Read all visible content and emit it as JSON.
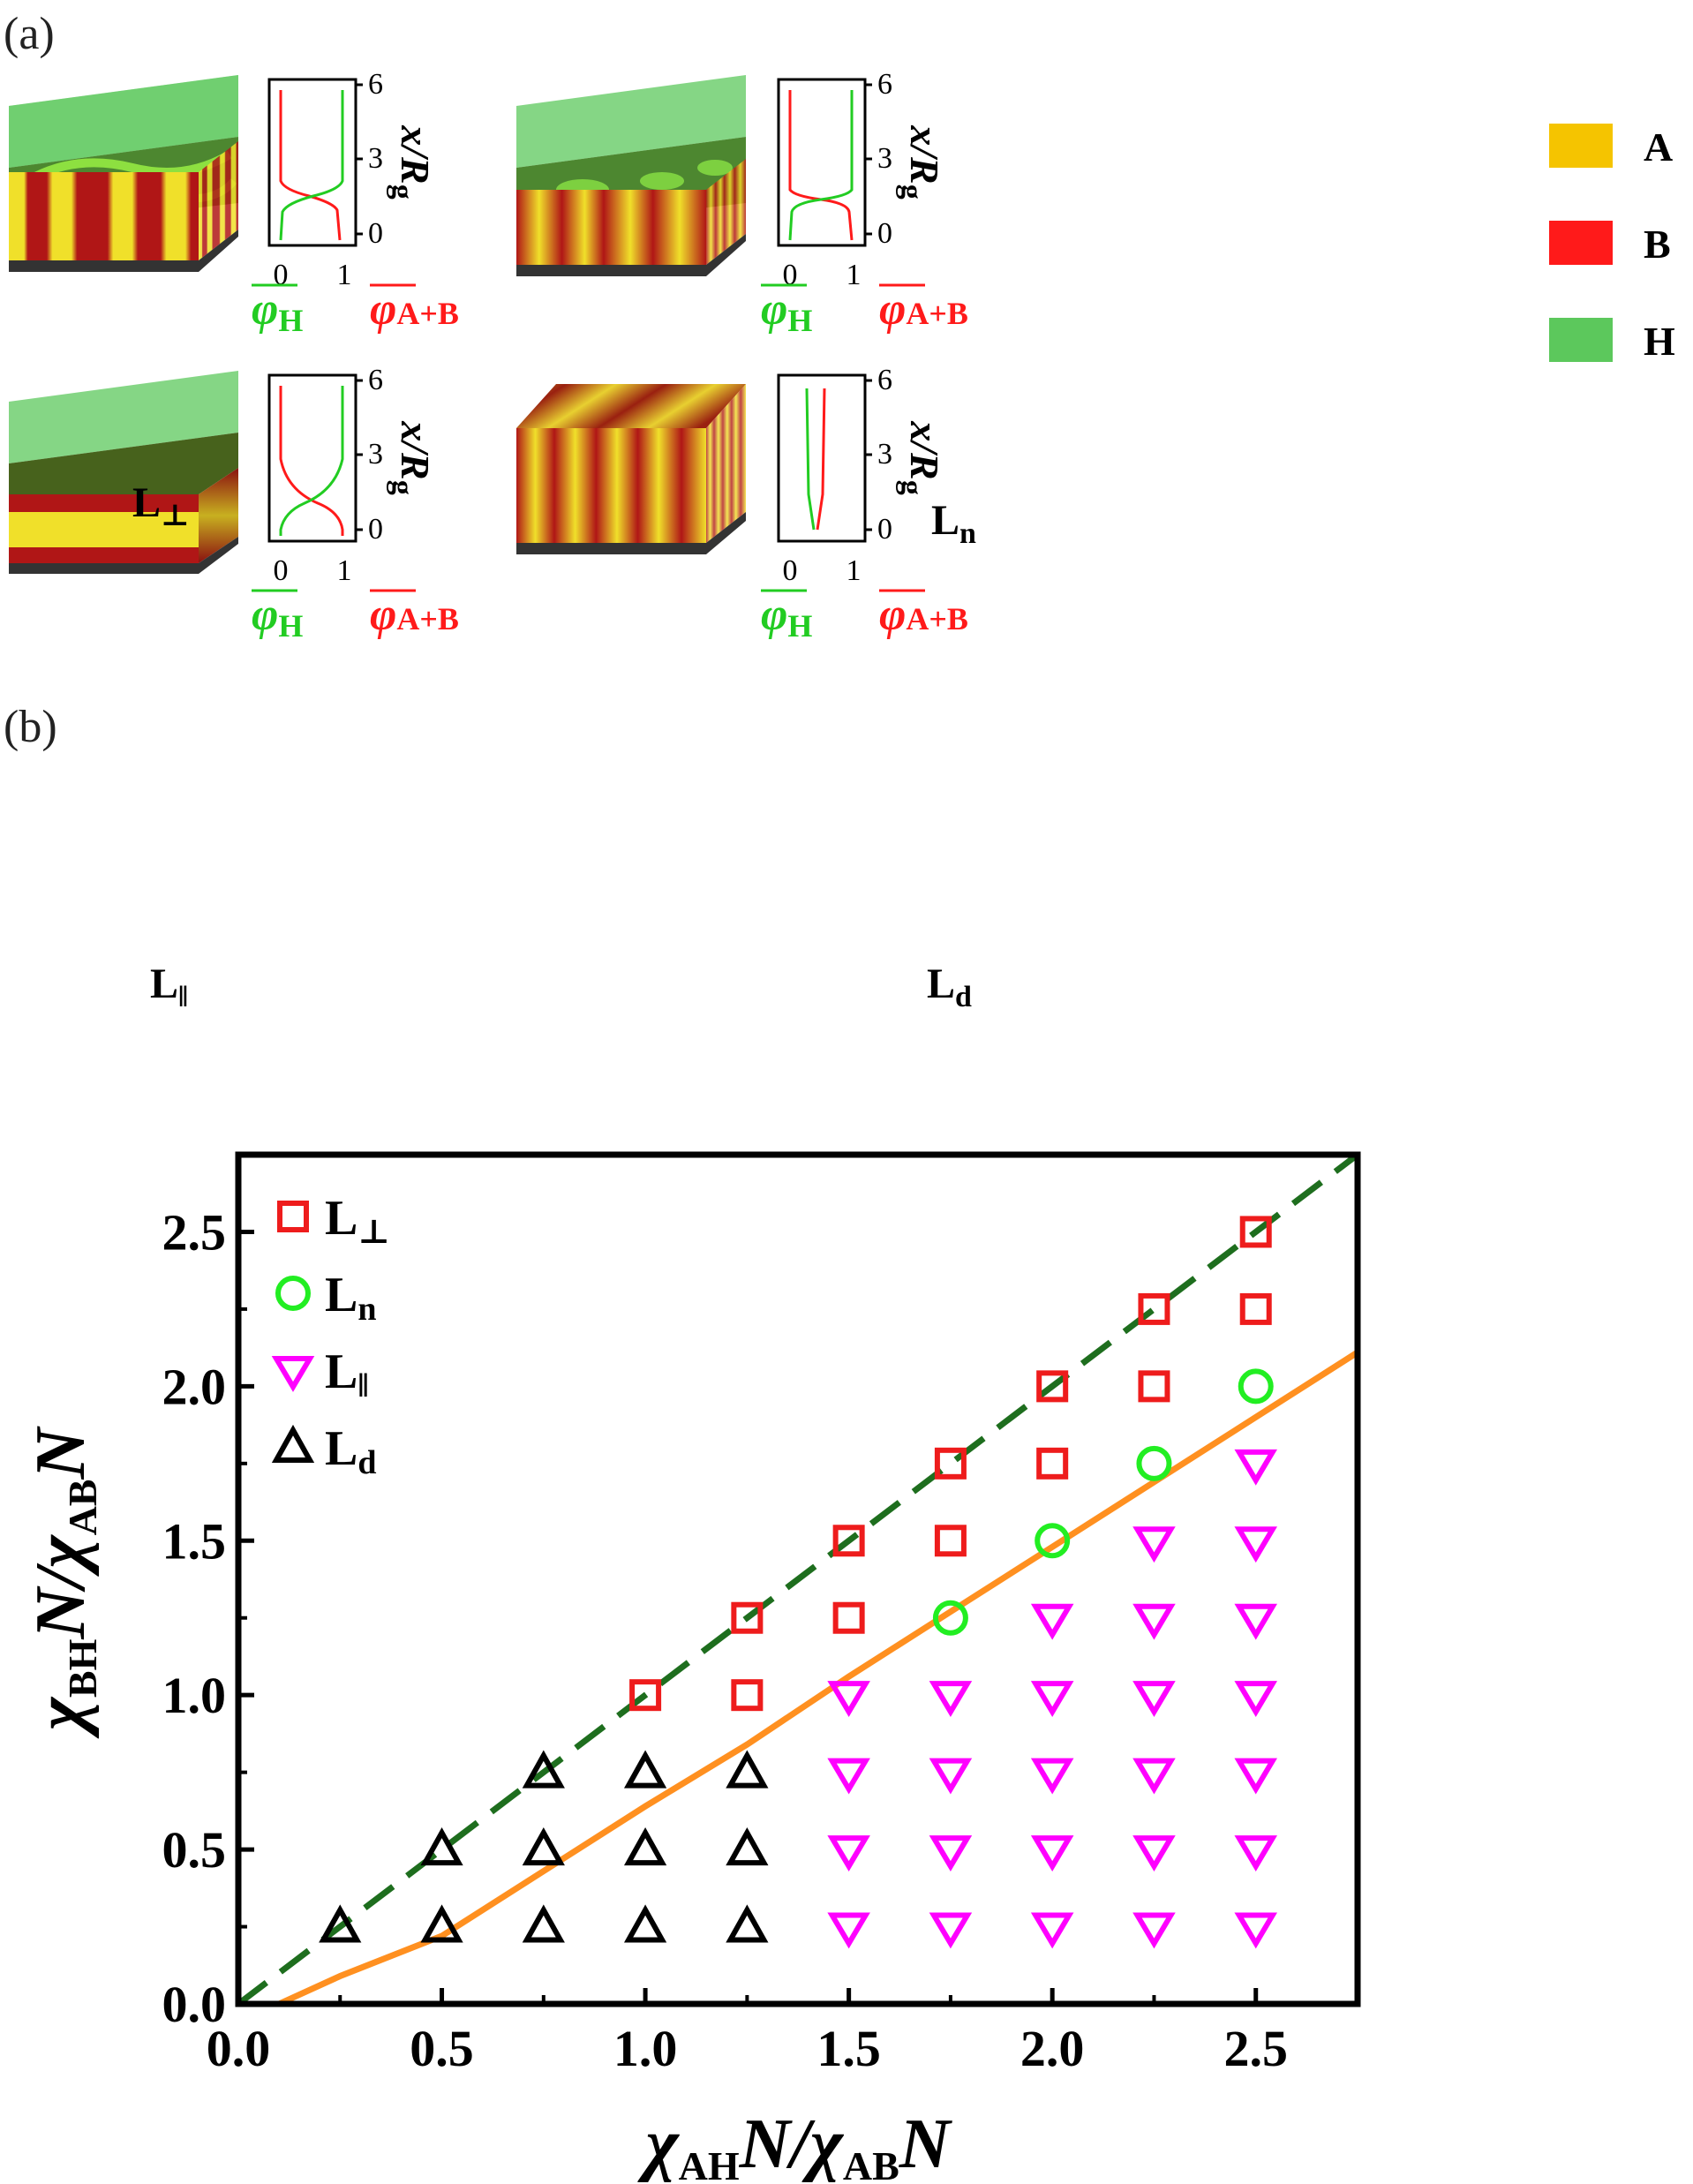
{
  "panel_labels": {
    "a": "(a)",
    "b": "(b)"
  },
  "legend_a": [
    {
      "label": "A",
      "color": "#f5c400"
    },
    {
      "label": "B",
      "color": "#ff1a1a"
    },
    {
      "label": "H",
      "color": "#5cc85c"
    }
  ],
  "morph_labels": {
    "perp": {
      "base": "L",
      "sub": "⊥"
    },
    "n": {
      "base": "L",
      "sub": "n"
    },
    "par": {
      "base": "L",
      "sub": "ǁ"
    },
    "d": {
      "base": "L",
      "sub": "d"
    }
  },
  "profile_axis": {
    "y_title": "x/R",
    "y_title_sub": "g",
    "y_ticks": [
      "6",
      "3",
      "0"
    ],
    "x_ticks": [
      "0",
      "1"
    ],
    "label_h": {
      "sym": "φ",
      "sub": "H"
    },
    "label_ab": {
      "sym": "φ",
      "sub": "A+B"
    }
  },
  "colors": {
    "A": "#f0e02a",
    "B": "#b01616",
    "H": "#5cc85c",
    "profile_H": "#22cc22",
    "profile_AB": "#ff1a1a",
    "dash_line": "#1e6e1e",
    "fit_line": "#ff9020",
    "perp": "#ee1c1c",
    "n": "#22ee22",
    "par": "#ff00ff",
    "d": "#000000"
  },
  "chart_data": {
    "type": "scatter",
    "xlabel": {
      "sym": "χ",
      "sub1": "AH",
      "mid": "N/",
      "sym2": "χ",
      "sub2": "AB",
      "end": "N"
    },
    "ylabel": {
      "sym": "χ",
      "sub1": "BH",
      "mid": "N/",
      "sym2": "χ",
      "sub2": "AB",
      "end": "N"
    },
    "xlim": [
      0.0,
      2.75
    ],
    "ylim": [
      0.0,
      2.75
    ],
    "xticks": [
      "0.0",
      "0.5",
      "1.0",
      "1.5",
      "2.0",
      "2.5"
    ],
    "yticks": [
      "0.0",
      "0.5",
      "1.0",
      "1.5",
      "2.0",
      "2.5"
    ],
    "legend_position": "top-left",
    "series": [
      {
        "name": "L⊥",
        "marker": "square",
        "color": "#ee1c1c",
        "points": [
          [
            1.0,
            1.0
          ],
          [
            1.25,
            1.0
          ],
          [
            1.25,
            1.25
          ],
          [
            1.5,
            1.25
          ],
          [
            1.5,
            1.5
          ],
          [
            1.75,
            1.5
          ],
          [
            1.75,
            1.75
          ],
          [
            2.0,
            1.75
          ],
          [
            2.0,
            2.0
          ],
          [
            2.25,
            2.0
          ],
          [
            2.25,
            2.25
          ],
          [
            2.5,
            2.25
          ],
          [
            2.5,
            2.5
          ]
        ]
      },
      {
        "name": "Ln",
        "marker": "circle",
        "color": "#22ee22",
        "points": [
          [
            1.75,
            1.25
          ],
          [
            2.0,
            1.5
          ],
          [
            2.25,
            1.75
          ],
          [
            2.5,
            2.0
          ]
        ]
      },
      {
        "name": "Lǁ",
        "marker": "triangle-down",
        "color": "#ff00ff",
        "points": [
          [
            1.5,
            0.25
          ],
          [
            1.5,
            0.5
          ],
          [
            1.5,
            0.75
          ],
          [
            1.5,
            1.0
          ],
          [
            1.75,
            0.25
          ],
          [
            1.75,
            0.5
          ],
          [
            1.75,
            0.75
          ],
          [
            1.75,
            1.0
          ],
          [
            2.0,
            0.25
          ],
          [
            2.0,
            0.5
          ],
          [
            2.0,
            0.75
          ],
          [
            2.0,
            1.0
          ],
          [
            2.0,
            1.25
          ],
          [
            2.25,
            0.25
          ],
          [
            2.25,
            0.5
          ],
          [
            2.25,
            0.75
          ],
          [
            2.25,
            1.0
          ],
          [
            2.25,
            1.25
          ],
          [
            2.25,
            1.5
          ],
          [
            2.5,
            0.25
          ],
          [
            2.5,
            0.5
          ],
          [
            2.5,
            0.75
          ],
          [
            2.5,
            1.0
          ],
          [
            2.5,
            1.25
          ],
          [
            2.5,
            1.5
          ],
          [
            2.5,
            1.75
          ]
        ]
      },
      {
        "name": "Ld",
        "marker": "triangle-up",
        "color": "#000000",
        "points": [
          [
            0.25,
            0.25
          ],
          [
            0.5,
            0.25
          ],
          [
            0.5,
            0.5
          ],
          [
            0.75,
            0.25
          ],
          [
            0.75,
            0.5
          ],
          [
            0.75,
            0.75
          ],
          [
            1.0,
            0.25
          ],
          [
            1.0,
            0.5
          ],
          [
            1.0,
            0.75
          ],
          [
            1.25,
            0.25
          ],
          [
            1.25,
            0.5
          ],
          [
            1.25,
            0.75
          ]
        ]
      }
    ],
    "lines": [
      {
        "style": "dashed",
        "color": "#1e6e1e",
        "x": [
          0.0,
          2.75
        ],
        "y": [
          0.0,
          2.75
        ]
      },
      {
        "style": "solid",
        "color": "#ff9020",
        "x": [
          0.1,
          0.25,
          0.5,
          0.75,
          1.0,
          1.25,
          1.5,
          1.75,
          2.0,
          2.25,
          2.5,
          2.75
        ],
        "y": [
          0.0,
          0.09,
          0.22,
          0.43,
          0.64,
          0.84,
          1.06,
          1.27,
          1.48,
          1.69,
          1.9,
          2.11
        ]
      }
    ]
  }
}
